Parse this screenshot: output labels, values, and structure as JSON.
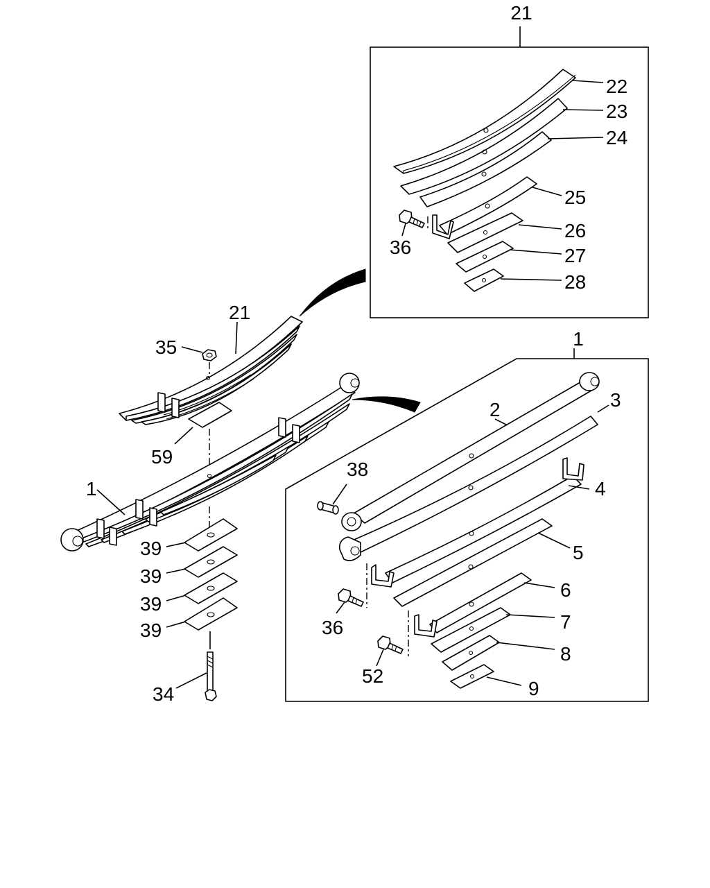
{
  "callouts": {
    "c21_top": "21",
    "c22": "22",
    "c23": "23",
    "c24": "24",
    "c25": "25",
    "c26": "26",
    "c27": "27",
    "c28": "28",
    "c36_top": "36",
    "c21_main": "21",
    "c35": "35",
    "c59": "59",
    "c1_main": "1",
    "c39_a": "39",
    "c39_b": "39",
    "c39_c": "39",
    "c39_d": "39",
    "c34": "34",
    "c1_box": "1",
    "c2": "2",
    "c3": "3",
    "c4": "4",
    "c5": "5",
    "c6": "6",
    "c7": "7",
    "c8": "8",
    "c9": "9",
    "c38": "38",
    "c36_bot": "36",
    "c52": "52"
  }
}
